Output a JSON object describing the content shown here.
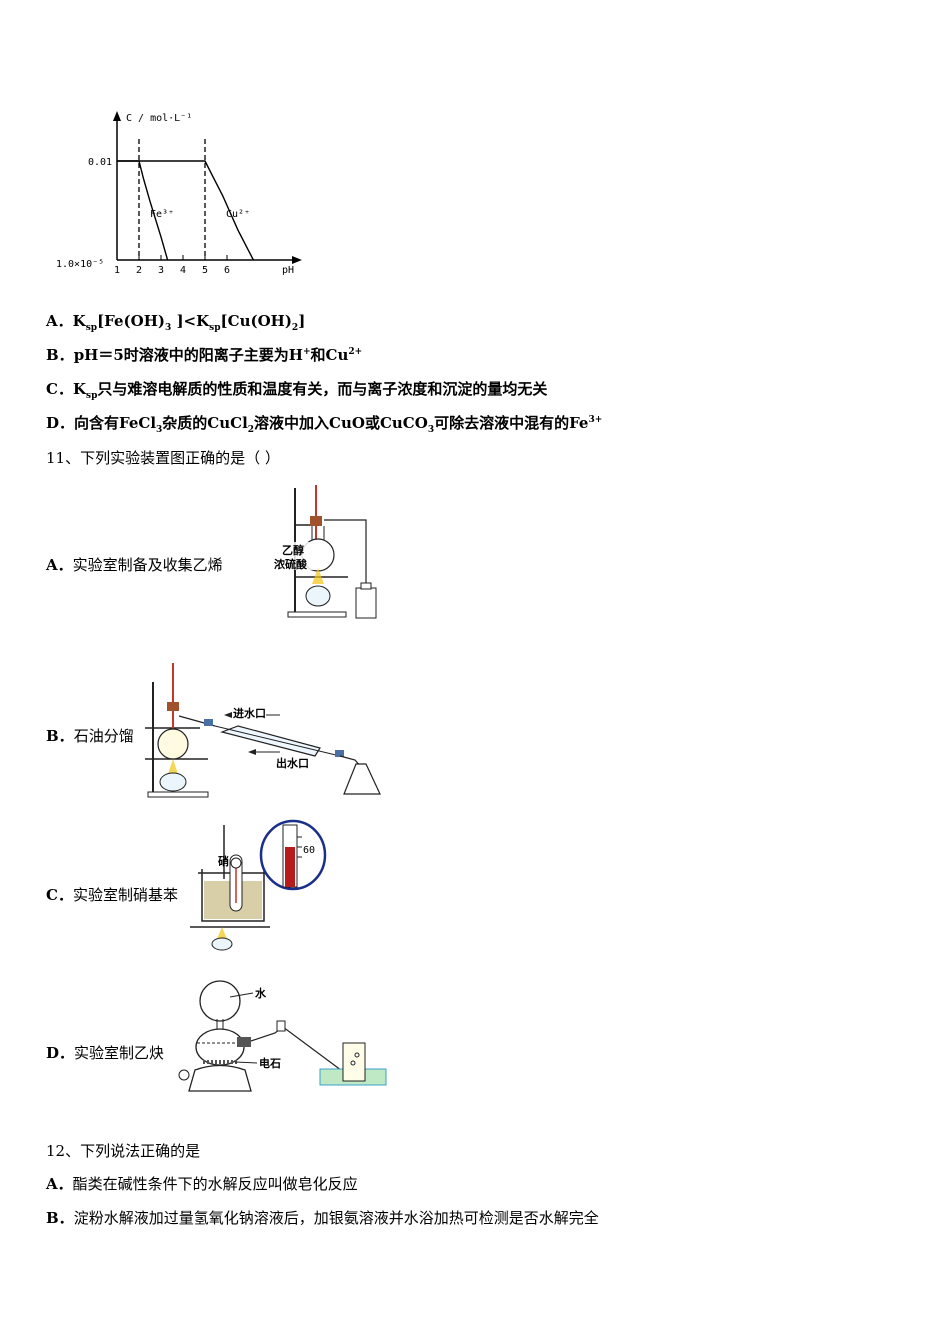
{
  "chart_data": {
    "type": "line",
    "ylabel": "C / mol·L⁻¹",
    "xlabel": "pH",
    "y_ticks": [
      "0.01",
      "1.0×10⁻⁵"
    ],
    "x_ticks": [
      "1",
      "2",
      "3",
      "4",
      "5",
      "6"
    ],
    "series": [
      {
        "name": "Fe³⁺",
        "x": [
          1,
          2,
          2.2,
          2.5,
          3,
          3.3
        ],
        "y": [
          "0.01",
          "0.01",
          "0.003",
          "0.0006",
          "0.00005",
          "1.0e-5"
        ]
      },
      {
        "name": "Cu²⁺",
        "x": [
          1,
          5,
          5.3,
          5.8,
          6.5,
          7.2
        ],
        "y": [
          "0.01",
          "0.01",
          "0.004",
          "0.0009",
          "0.00008",
          "1.0e-5"
        ]
      }
    ],
    "dashed_x": [
      2,
      5
    ]
  },
  "q10": {
    "optA": {
      "label": "A．",
      "t1": "K",
      "s1": "sp",
      "t2": "[Fe(OH)",
      "s2": "3",
      "t3": " ]<K",
      "s3": "sp",
      "t4": "[Cu(OH)",
      "s4": "2",
      "t5": "]"
    },
    "optB": {
      "label": "B．",
      "t1": "pH＝5时溶液中的阳离子主要为H",
      "p1": "+",
      "t2": "和Cu",
      "p2": "2+"
    },
    "optC": {
      "label": "C．",
      "t1": "K",
      "s1": "sp",
      "t2": "只与难溶电解质的性质和温度有关，而与离子浓度和沉淀的量均无关"
    },
    "optD": {
      "label": "D．",
      "t1": "向含有FeCl",
      "s1": "3",
      "t2": "杂质的CuCl",
      "s2": "2",
      "t3": "溶液中加入CuO或CuCO",
      "s3": "3",
      "t4": "可除去溶液中混有的Fe",
      "p1": "3+"
    }
  },
  "q11": {
    "stem": "11、下列实验装置图正确的是（    ）",
    "optA": {
      "label": "A．",
      "text": "实验室制备及收集乙烯"
    },
    "optB": {
      "label": "B．",
      "text": "石油分馏"
    },
    "optC": {
      "label": "C．",
      "text": "实验室制硝基苯"
    },
    "optD": {
      "label": "D．",
      "text": "实验室制乙炔"
    },
    "figA": {
      "l1": "乙醇",
      "l2": "浓硫酸"
    },
    "figB": {
      "in": "进水口",
      "out": "出水口"
    },
    "figC": {
      "thermo": "60",
      "tube": "硝"
    },
    "figD": {
      "water": "水",
      "stone": "电石"
    }
  },
  "q12": {
    "stem": "12、下列说法正确的是",
    "optA": {
      "label": "A．",
      "text": "酯类在碱性条件下的水解反应叫做皂化反应"
    },
    "optB": {
      "label": "B．",
      "text": "淀粉水解液加过量氢氧化钠溶液后，加银氨溶液并水浴加热可检测是否水解完全"
    }
  }
}
